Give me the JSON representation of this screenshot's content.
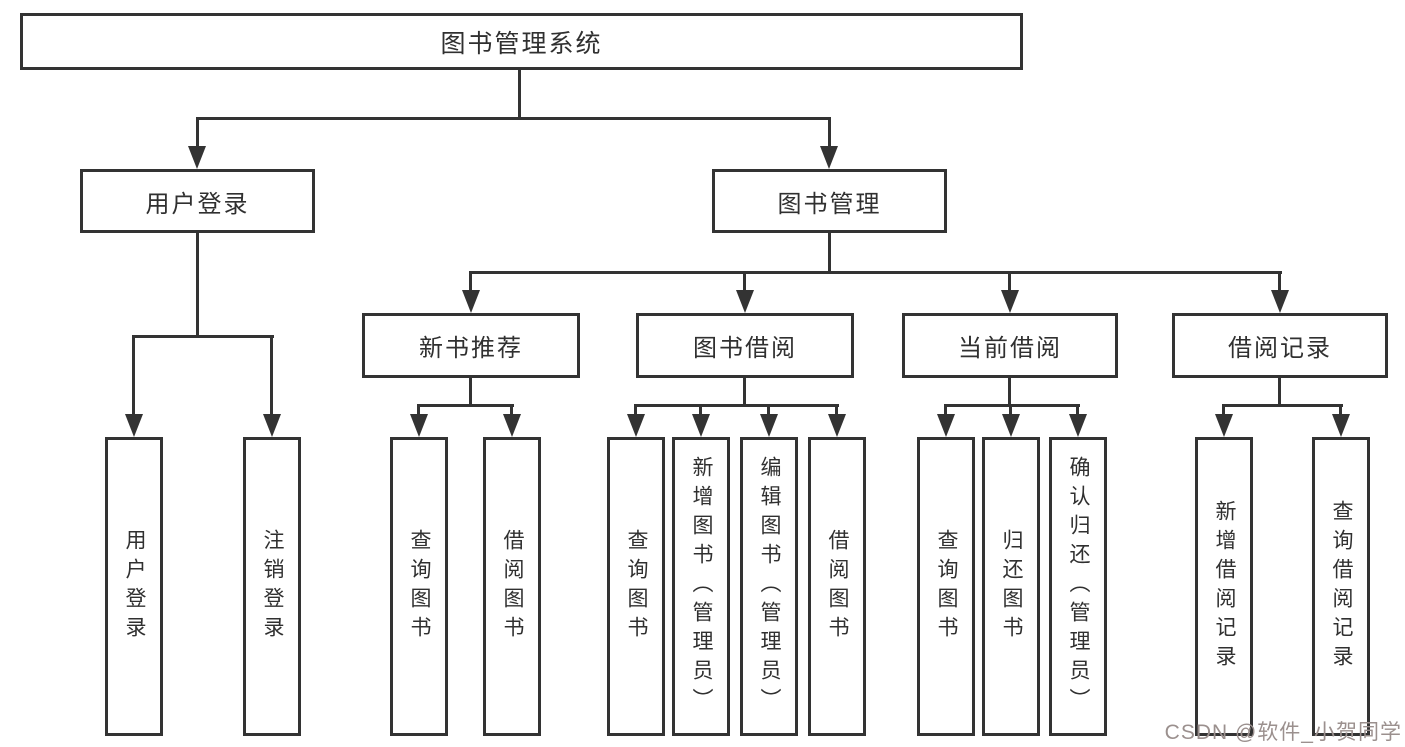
{
  "diagram": {
    "type": "hierarchy-diagram",
    "title": "图书管理系统"
  },
  "tree": {
    "label": "图书管理系统",
    "children": [
      {
        "label": "用户登录",
        "children": [
          {
            "label": "用户登录"
          },
          {
            "label": "注销登录"
          }
        ]
      },
      {
        "label": "图书管理",
        "children": [
          {
            "label": "新书推荐",
            "children": [
              {
                "label": "查询图书"
              },
              {
                "label": "借阅图书"
              }
            ]
          },
          {
            "label": "图书借阅",
            "children": [
              {
                "label": "查询图书"
              },
              {
                "label": "新增图书（管理员）"
              },
              {
                "label": "编辑图书（管理员）"
              },
              {
                "label": "借阅图书"
              }
            ]
          },
          {
            "label": "当前借阅",
            "children": [
              {
                "label": "查询图书"
              },
              {
                "label": "归还图书"
              },
              {
                "label": "确认归还（管理员）"
              }
            ]
          },
          {
            "label": "借阅记录",
            "children": [
              {
                "label": "新增借阅记录"
              },
              {
                "label": "查询借阅记录"
              }
            ]
          }
        ]
      }
    ]
  },
  "watermark": {
    "text": "CSDN @软件_小贺同学"
  },
  "colors": {
    "background": "#ffffff",
    "box_border": "#333333",
    "line": "#333333",
    "text": "#303030",
    "watermark": "#9b908e"
  }
}
